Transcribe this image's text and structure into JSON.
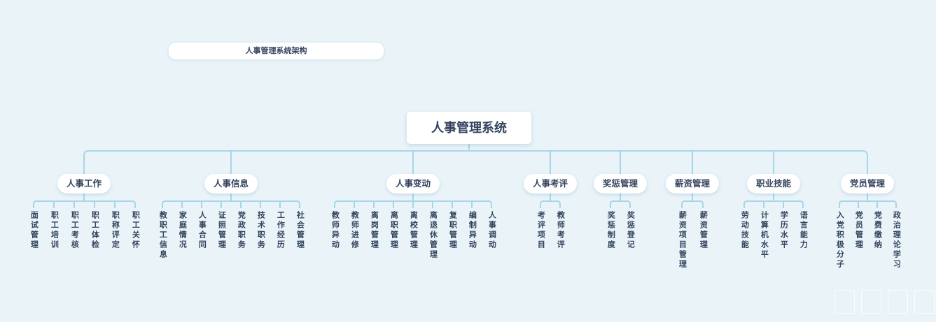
{
  "banner": {
    "label": "人事管理系统架构"
  },
  "root": {
    "label": "人事管理系统"
  },
  "groups": [
    {
      "label": "人事工作",
      "children": [
        "面试管理",
        "职工培训",
        "职工考核",
        "职工体检",
        "职称评定",
        "职工关怀"
      ]
    },
    {
      "label": "人事信息",
      "children": [
        "教职工信息",
        "家庭情况",
        "人事合同",
        "证照管理",
        "党政职务",
        "技术职务",
        "工作经历",
        "社会管理"
      ]
    },
    {
      "label": "人事变动",
      "children": [
        "教师异动",
        "教师进修",
        "离岗管理",
        "离职管理",
        "离校管理",
        "离退休管理",
        "复职管理",
        "编制异动",
        "人事调动"
      ]
    },
    {
      "label": "人事考评",
      "children": [
        "考评项目",
        "教师考评"
      ]
    },
    {
      "label": "奖惩管理",
      "children": [
        "奖惩制度",
        "奖惩登记"
      ]
    },
    {
      "label": "薪资管理",
      "children": [
        "薪资项目管理",
        "薪资管理"
      ]
    },
    {
      "label": "职业技能",
      "children": [
        "劳动技能",
        "计算机水平",
        "学历水平",
        "语言能力"
      ]
    },
    {
      "label": "党员管理",
      "children": [
        "入党积极分子",
        "党员管理",
        "党费缴纳",
        "政治理论学习"
      ]
    }
  ],
  "watermark": {
    "squares": 4
  },
  "colors": {
    "background": "#e9f3f8",
    "node_background": "#ffffff",
    "connector": "#a6d7e9",
    "text": "#34445e"
  }
}
